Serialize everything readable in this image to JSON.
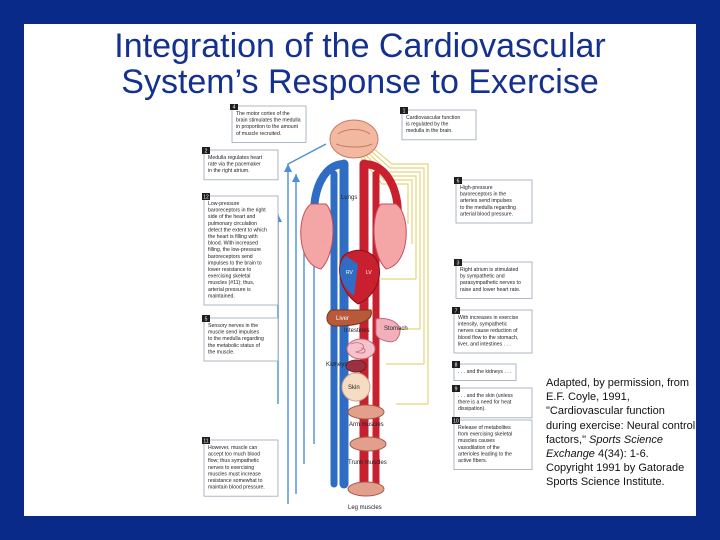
{
  "slide": {
    "title_line1": "Integration of the Cardiovascular",
    "title_line2": "System’s Response to Exercise",
    "credit_part1": "Adapted, by permission, from E.F. Coyle, 1991, \"Cardiovascular function during exercise: Neural control factors,\" ",
    "credit_journal": "Sports Science Exchange",
    "credit_part2": " 4(34): 1-6. Copyright 1991 by Gatorade Sports Science Institute."
  },
  "diagram": {
    "organs": {
      "lungs": "Lungs",
      "rv": "RV",
      "lv": "LV",
      "liver": "Liver",
      "intestines": "Intestines",
      "stomach": "Stomach",
      "kidneys": "Kidneys",
      "skin": "Skin",
      "arm": "Arm muscles",
      "trunk": "Trunk muscles",
      "leg": "Leg muscles"
    },
    "boxes": [
      {
        "num": "4",
        "text": [
          "The motor cortex of the",
          "brain stimulates the medulla",
          "in proportion to the amount",
          "of muscle recruited."
        ]
      },
      {
        "num": "1",
        "text": [
          "Cardiovascular function",
          "is regulated by the",
          "medulla in the brain."
        ]
      },
      {
        "num": "2",
        "text": [
          "Medulla regulates heart",
          "rate via the pacemaker",
          "in the right atrium."
        ]
      },
      {
        "num": "12",
        "text": [
          "Low-pressure",
          "baroreceptors in the right",
          "side of the heart and",
          "pulmonary circulation",
          "detect the extent to which",
          "the heart is filling with",
          "blood. With increased",
          "filling, the low-pressure",
          "baroreceptors send",
          "impulses to the brain to",
          "lower resistance to",
          "exercising skeletal",
          "muscles (#11); thus,",
          "arterial pressure is",
          "maintained."
        ]
      },
      {
        "num": "6",
        "text": [
          "High-pressure",
          "baroreceptors in the",
          "arteries send impulses",
          "to the medulla regarding",
          "arterial blood pressure."
        ]
      },
      {
        "num": "3",
        "text": [
          "Right atrium is stimulated",
          "by sympathetic and",
          "parasympathetic nerves to",
          "raise and lower heart rate."
        ]
      },
      {
        "num": "7",
        "text": [
          "With increases in exercise",
          "intensity, sympathetic",
          "nerves cause reduction of",
          "blood flow to the stomach,",
          "liver, and intestines . . ."
        ]
      },
      {
        "num": "5",
        "text": [
          "Sensory nerves in the",
          "muscle send impulses",
          "to the medulla regarding",
          "the metabolic status of",
          "the muscle."
        ]
      },
      {
        "num": "8",
        "text": [
          ". . . and the kidneys . . ."
        ]
      },
      {
        "num": "9",
        "text": [
          ". . . and the skin (unless",
          "there is a need for heat",
          "dissipation)."
        ]
      },
      {
        "num": "10",
        "text": [
          "Release of metabolites",
          "from exercising skeletal",
          "muscles causes",
          "vasodilation of the",
          "arterioles leading to the",
          "active fibers."
        ]
      },
      {
        "num": "11",
        "text": [
          "However, muscle can",
          "accept too much blood",
          "flow; thus sympathetic",
          "nerves to exercising",
          "muscles must increase",
          "resistance somewhat to",
          "maintain blood pressure."
        ]
      }
    ]
  }
}
